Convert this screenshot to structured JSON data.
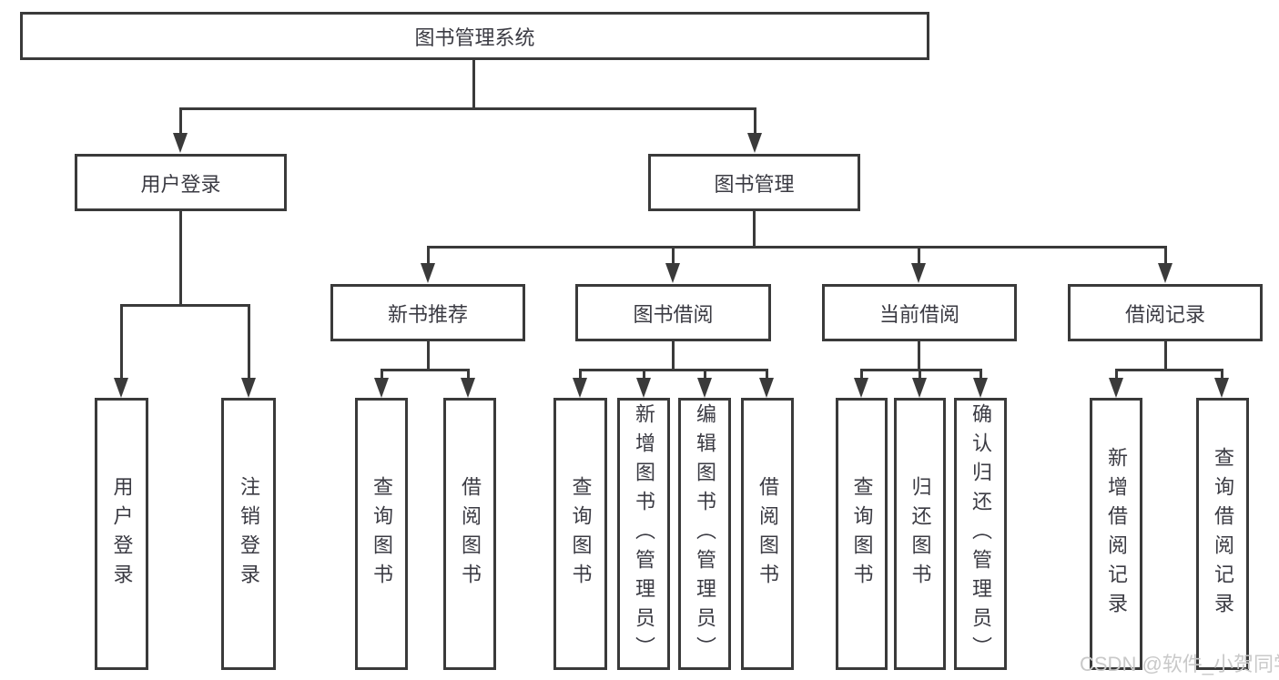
{
  "tree": {
    "root": {
      "label": "图书管理系统"
    },
    "branches": [
      {
        "label": "用户登录",
        "children": [
          {
            "label": "用户登录"
          },
          {
            "label": "注销登录"
          }
        ]
      },
      {
        "label": "图书管理",
        "children": [
          {
            "label": "新书推荐",
            "children": [
              {
                "label": "查询图书"
              },
              {
                "label": "借阅图书"
              }
            ]
          },
          {
            "label": "图书借阅",
            "children": [
              {
                "label": "查询图书"
              },
              {
                "label": "新增图书（管理员）"
              },
              {
                "label": "编辑图书（管理员）"
              },
              {
                "label": "借阅图书"
              }
            ]
          },
          {
            "label": "当前借阅",
            "children": [
              {
                "label": "查询图书"
              },
              {
                "label": "归还图书"
              },
              {
                "label": "确认归还（管理员）"
              }
            ]
          },
          {
            "label": "借阅记录",
            "children": [
              {
                "label": "新增借阅记录"
              },
              {
                "label": "查询借阅记录"
              }
            ]
          }
        ]
      }
    ]
  },
  "watermark": {
    "text": "CSDN @软件_小贺同学"
  },
  "colors": {
    "line": "#3a3a3a",
    "text": "#3b3b43",
    "box_bg": "#ffffff",
    "page_bg": "#ffffff",
    "watermark": "#c9c9c9"
  }
}
